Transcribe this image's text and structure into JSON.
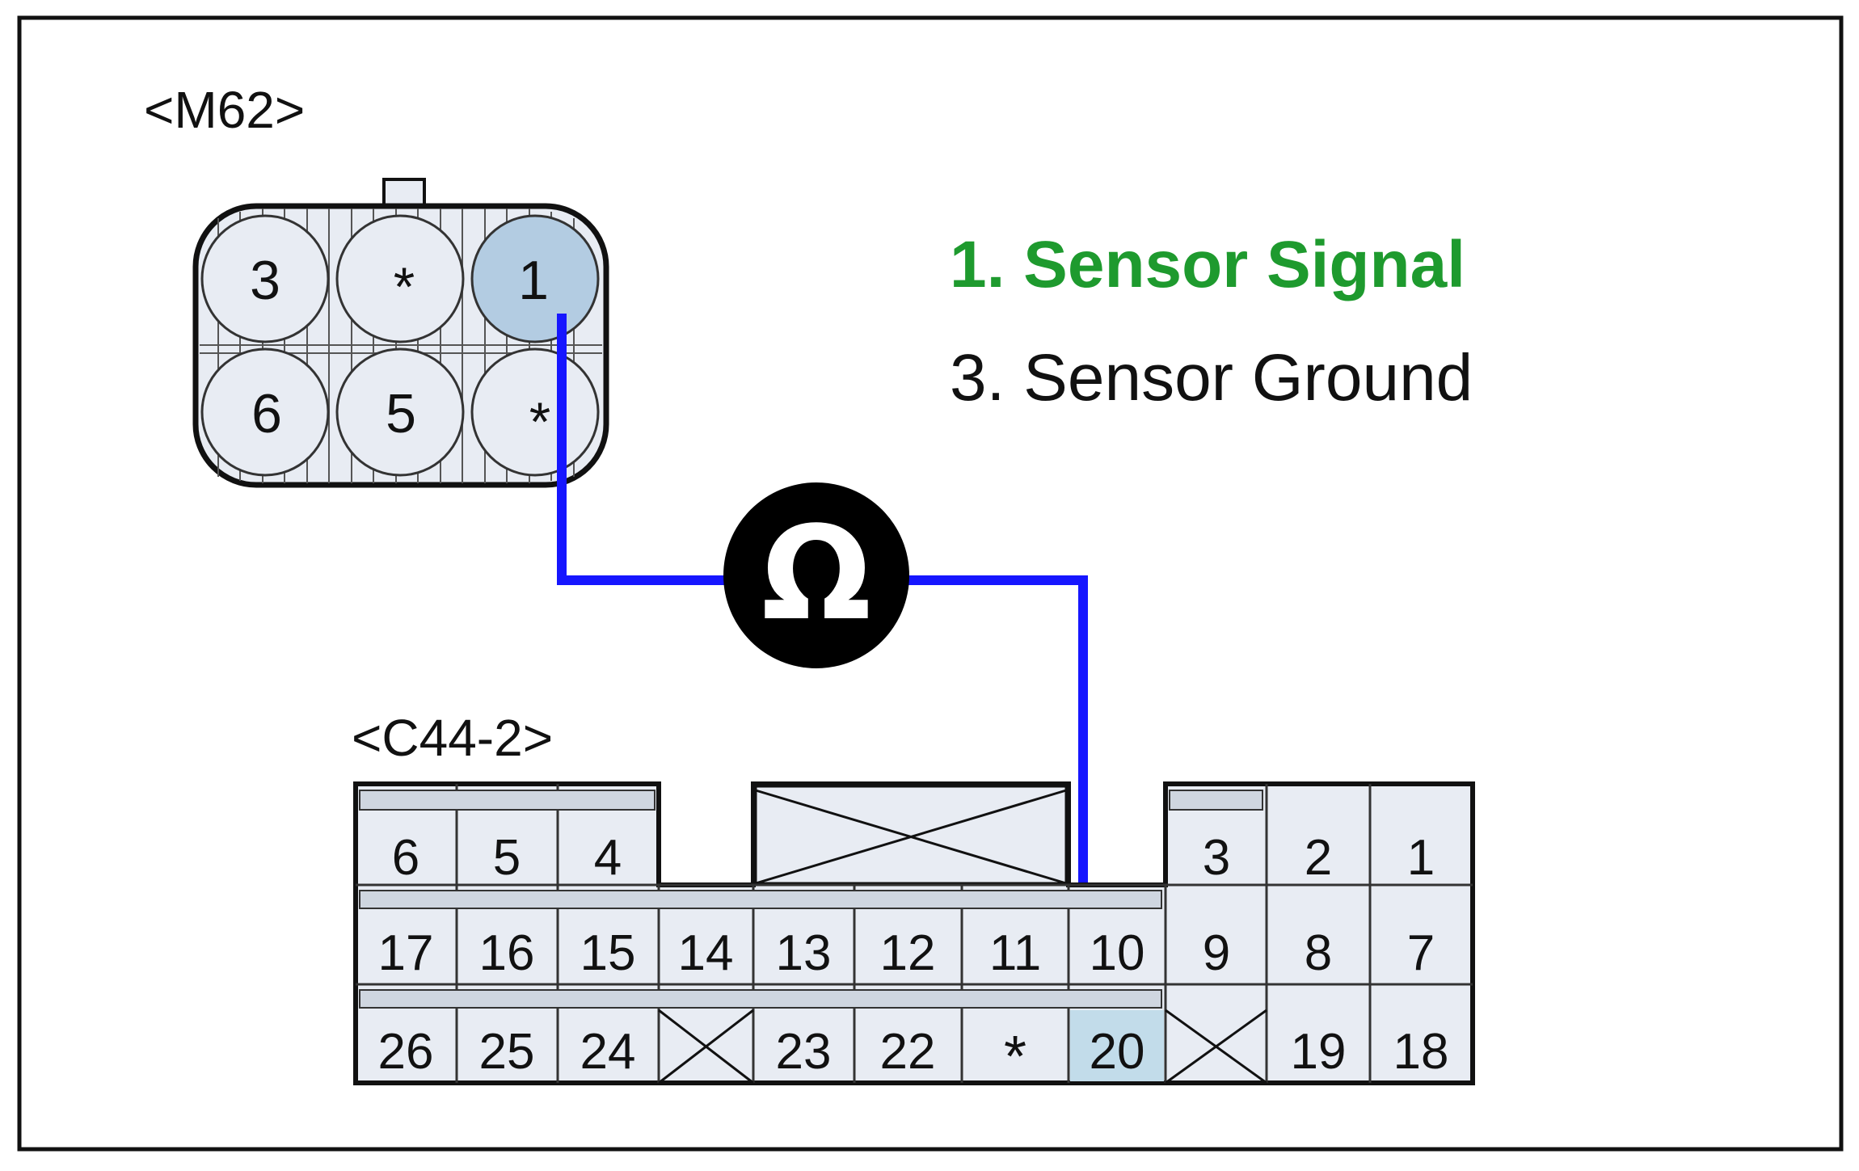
{
  "connector_m62": {
    "name": "<M62>",
    "pins": [
      "3",
      "*",
      "1",
      "6",
      "5",
      "*"
    ],
    "highlighted_pin": "1"
  },
  "connector_c44_2": {
    "name": "<C44-2>",
    "row1": [
      "6",
      "5",
      "4",
      "3",
      "2",
      "1"
    ],
    "row2": [
      "17",
      "16",
      "15",
      "14",
      "13",
      "12",
      "11",
      "10",
      "9",
      "8",
      "7"
    ],
    "row3": [
      "26",
      "25",
      "24",
      "23",
      "22",
      "*",
      "20",
      "19",
      "18"
    ],
    "highlighted_pin": "20"
  },
  "legend": {
    "signal": "1. Sensor Signal",
    "ground": "3. Sensor Ground"
  },
  "meter": {
    "symbol": "Ω"
  },
  "colors": {
    "signal_green": "#1e9a2e",
    "wire_blue": "#1616ff",
    "pin_fill": "#e8ecf3",
    "pin_highlight": "#b3cce2",
    "pin_highlight_c44": "#c2dcea",
    "frame": "#111111"
  }
}
